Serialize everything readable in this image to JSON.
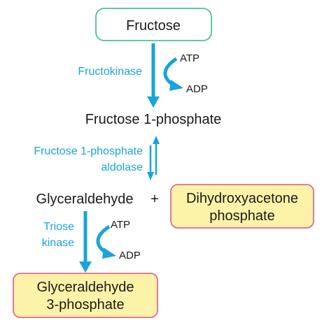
{
  "nodes": {
    "fructose": "Fructose",
    "fructose_1_phosphate": "Fructose 1-phosphate",
    "glyceraldehyde": "Glyceraldehyde",
    "plus": "+",
    "dhap_line1": "Dihydroxyacetone",
    "dhap_line2": "phosphate",
    "g3p_line1": "Glyceraldehyde",
    "g3p_line2": "3-phosphate"
  },
  "enzymes": {
    "fructokinase": "Fructokinase",
    "aldolase_line1": "Fructose 1-phosphate",
    "aldolase_line2": "aldolase",
    "triose_kinase_line1": "Triose",
    "triose_kinase_line2": "kinase"
  },
  "cofactors": {
    "step1_in": "ATP",
    "step1_out": "ADP",
    "step3_in": "ATP",
    "step3_out": "ADP"
  },
  "colors": {
    "arrow": "#1aa3dc",
    "enzyme_text": "#1aa3dc",
    "start_box_border": "#4dbfa0",
    "product_box_fill": "#fdf3a8",
    "product_box_border": "#e26a8e"
  }
}
